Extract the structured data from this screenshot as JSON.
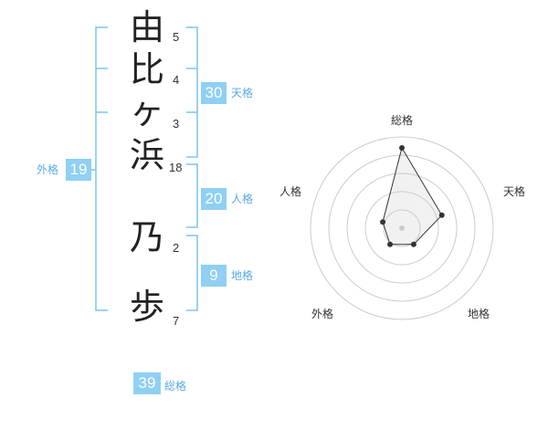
{
  "name_chars": [
    "由",
    "比",
    "ヶ",
    "浜",
    "乃",
    "歩"
  ],
  "strokes": [
    "5",
    "4",
    "3",
    "18",
    "2",
    "7"
  ],
  "grades": {
    "tenkaku": {
      "value": "30",
      "label": "天格"
    },
    "jinkaku": {
      "value": "20",
      "label": "人格"
    },
    "chikaku": {
      "value": "9",
      "label": "地格"
    },
    "gaikaku": {
      "value": "19",
      "label": "外格"
    },
    "soukaku": {
      "value": "39",
      "label": "総格"
    }
  },
  "radar": {
    "axes": [
      "総格",
      "天格",
      "地格",
      "外格",
      "人格"
    ],
    "levels": 5,
    "values": [
      4.4,
      2.3,
      1.1,
      1.1,
      1.1
    ]
  },
  "colors": {
    "accent": "#8fd0f4",
    "label": "#5aa9e6",
    "bracket": "#7cc4f2"
  }
}
